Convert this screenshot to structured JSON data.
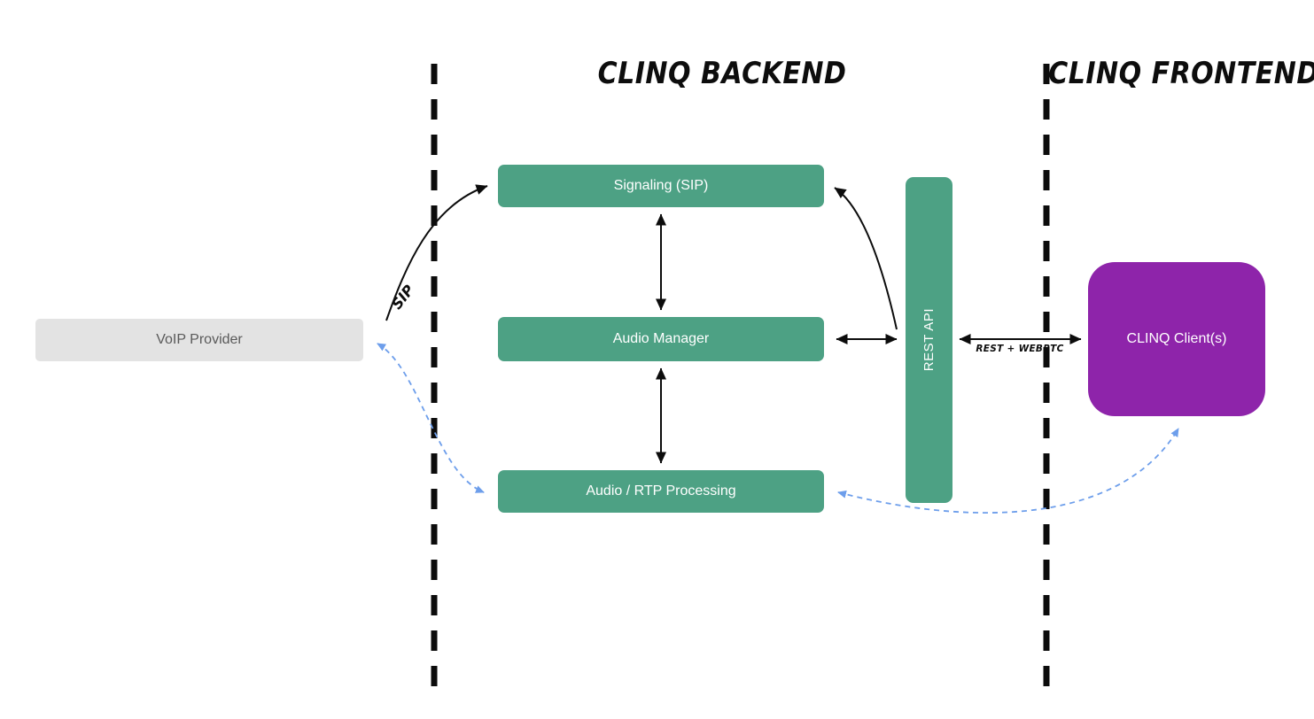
{
  "colors": {
    "green": "#4da184",
    "gray_box": "#e3e3e3",
    "gray_text": "#5a5a5a",
    "purple": "#8e24aa",
    "blue": "#6d9eeb",
    "ink": "#0c0c0c",
    "background": "#ffffff"
  },
  "headers": {
    "backend": "CLINQ BACKEND",
    "frontend": "CLINQ FRONTEND"
  },
  "nodes": {
    "voip_provider": "VoIP Provider",
    "signaling": "Signaling (SIP)",
    "audio_manager": "Audio Manager",
    "audio_rtp": "Audio / RTP Processing",
    "rest_api": "REST API",
    "clinq_client": "CLINQ Client(s)"
  },
  "edge_labels": {
    "sip": "SIP",
    "rest_webrtc": "REST + WEBRTC"
  }
}
